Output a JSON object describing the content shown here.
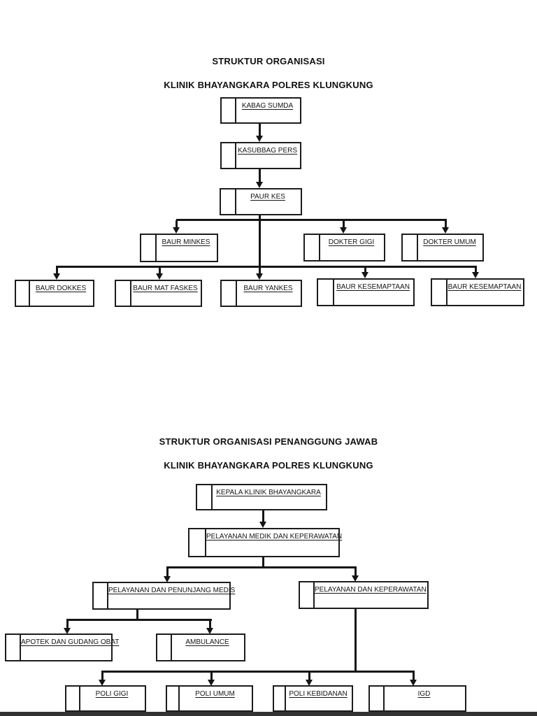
{
  "chart1": {
    "title_line1": "STRUKTUR ORGANISASI",
    "title_line2": "KLINIK BHAYANGKARA POLRES KLUNGKUNG",
    "nodes": {
      "kabag_sumda": "KABAG SUMDA",
      "kasubbag_pers": "KASUBBAG PERS",
      "paur_kes": "PAUR KES",
      "baur_minkes": "BAUR MINKES",
      "dokter_gigi": "DOKTER GIGI",
      "dokter_umum": "DOKTER UMUM",
      "baur_dokkes": "BAUR DOKKES",
      "baur_mat_faskes": "BAUR MAT FASKES",
      "baur_yankes": "BAUR YANKES",
      "baur_kesemaptaan_1": "BAUR KESEMAPTAAN",
      "baur_kesemaptaan_2": "BAUR KESEMAPTAAN"
    }
  },
  "chart2": {
    "title_line1": "STRUKTUR ORGANISASI PENANGGUNG JAWAB",
    "title_line2": "KLINIK BHAYANGKARA POLRES KLUNGKUNG",
    "nodes": {
      "kepala_klinik": "KEPALA KLINIK BHAYANGKARA",
      "pelayanan_medik": "PELAYANAN MEDIK DAN KEPERAWATAN",
      "penunjang_medis": "PELAYANAN DAN PENUNJANG MEDIS",
      "keperawatan": "PELAYANAN DAN KEPERAWATAN",
      "apotek": "APOTEK DAN GUDANG OBAT",
      "ambulance": "AMBULANCE",
      "poli_gigi": "POLI GIGI",
      "poli_umum": "POLI UMUM",
      "poli_kebidanan": "POLI KEBIDANAN",
      "igd": "IGD"
    }
  },
  "colors": {
    "line": "#151515",
    "box_border": "#1c1c1c",
    "page_edge": "#333333"
  }
}
